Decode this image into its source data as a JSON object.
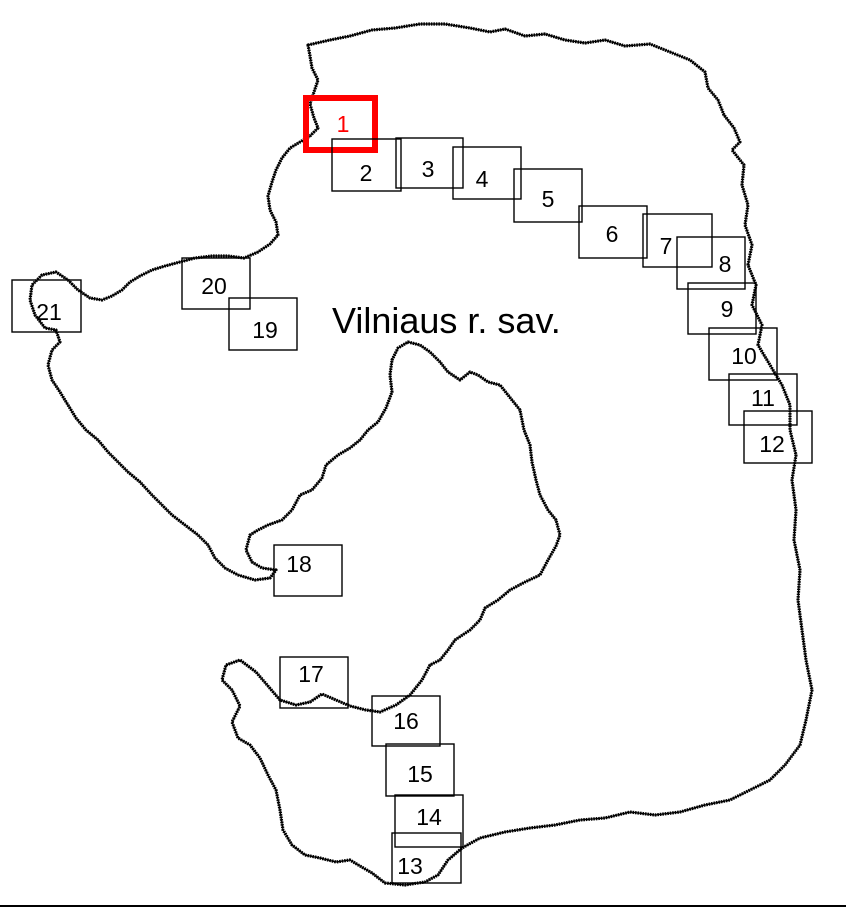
{
  "map": {
    "region_label": "Vilniaus r. sav.",
    "selected_tile": "1",
    "colors": {
      "boundary": "#000000",
      "tile_outline": "#000000",
      "selected_tile": "#ff0000",
      "background": "#ffffff"
    },
    "tiles": [
      {
        "label": "1"
      },
      {
        "label": "2"
      },
      {
        "label": "3"
      },
      {
        "label": "4"
      },
      {
        "label": "5"
      },
      {
        "label": "6"
      },
      {
        "label": "7"
      },
      {
        "label": "8"
      },
      {
        "label": "9"
      },
      {
        "label": "10"
      },
      {
        "label": "11"
      },
      {
        "label": "12"
      },
      {
        "label": "13"
      },
      {
        "label": "14"
      },
      {
        "label": "15"
      },
      {
        "label": "16"
      },
      {
        "label": "17"
      },
      {
        "label": "18"
      },
      {
        "label": "19"
      },
      {
        "label": "20"
      },
      {
        "label": "21"
      }
    ]
  }
}
